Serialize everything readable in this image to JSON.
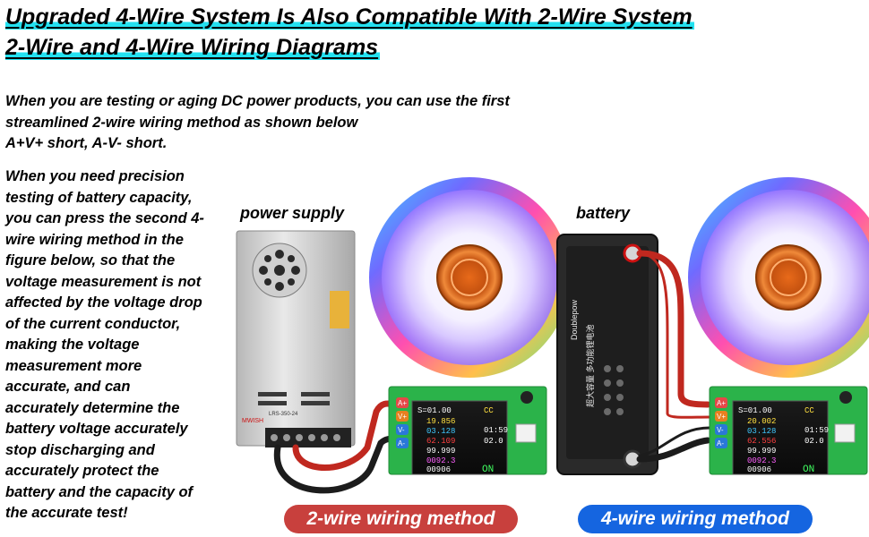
{
  "title_line1": "Upgraded 4-Wire System Is Also Compatible With 2-Wire System",
  "title_line2": "2-Wire and 4-Wire Wiring Diagrams",
  "intro_lines": [
    "When you are testing or aging DC power products, you can use the first",
    "streamlined 2-wire wiring method as shown below",
    "A+V+ short, A-V- short."
  ],
  "detail_lines": [
    "When you need precision",
    "testing of battery capacity,",
    "you can press the second 4-",
    "wire wiring method in the",
    "figure below, so that the",
    "voltage measurement is not",
    "affected by the voltage drop",
    "of the current conductor,",
    "making the voltage",
    "measurement more",
    "accurate, and can",
    "accurately determine the",
    "battery voltage accurately",
    "stop discharging and",
    "accurately protect the",
    "battery and the capacity of",
    "the accurate test!"
  ],
  "labels": {
    "power_supply": "power supply",
    "battery": "battery"
  },
  "buttons": {
    "two_wire": "2-wire wiring method",
    "four_wire": "4-wire wiring method"
  },
  "terminals": [
    "A+",
    "V+",
    "V-",
    "A-"
  ],
  "psu_brand": "MWISH",
  "psu_model": "LRS-350-24",
  "battery_side_text": "Doublepow",
  "battery_front_text": "超大容量 多功能锂电池",
  "load_left": {
    "line1": "S=01.00",
    "mode": "CC",
    "voltage": "19.856",
    "time": "01:59",
    "current": "03.128",
    "power": "62.109",
    "resistance": "02.0",
    "capacity": "99.999",
    "energy": "0092.3",
    "count": "00906",
    "state": "ON"
  },
  "load_right": {
    "line1": "S=01.00",
    "mode": "CC",
    "voltage": "20.002",
    "time": "01:59",
    "current": "03.128",
    "power": "62.556",
    "resistance": "02.0",
    "capacity": "99.999",
    "energy": "0092.3",
    "count": "00906",
    "state": "ON"
  },
  "colors": {
    "underline_highlight": "#23e1f0",
    "two_wire_pill": "#c8403d",
    "four_wire_pill": "#1565e0",
    "pcb_green": "#2bb34a",
    "wire_red": "#c0281f",
    "wire_black": "#1c1c1c"
  }
}
